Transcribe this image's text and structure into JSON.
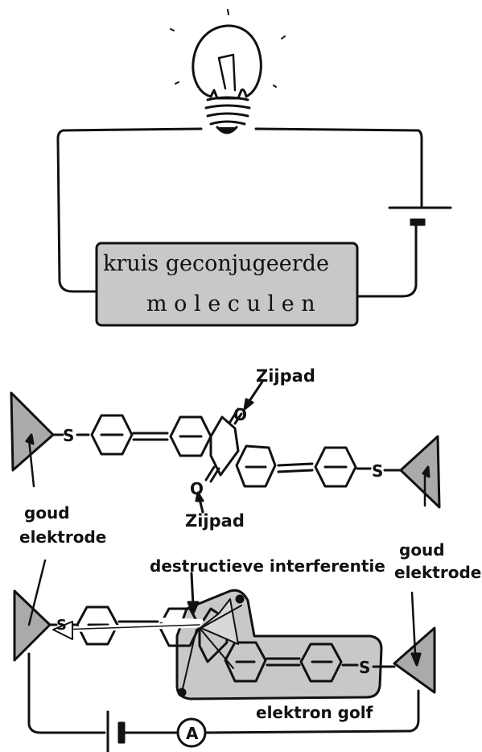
{
  "top_circuit": {
    "box_line1": "kruis geconjugeerde",
    "box_line2": "m o l e c u l e n",
    "box_fill": "#c8c8c8"
  },
  "molecule_diagram": {
    "side_path_top": "Zijpad",
    "side_path_bottom": "Zijpad",
    "sulfur_left": "S",
    "sulfur_right": "S",
    "oxygen_top": "O",
    "oxygen_bottom": "O",
    "electrode_left_line1": "goud",
    "electrode_left_line2": "elektrode",
    "electrode_right_line1": "goud",
    "electrode_right_line2": "elektrode"
  },
  "bottom_diagram": {
    "interference_label": "destructieve interferentie",
    "wave_label": "elektron golf",
    "sulfur_left": "S",
    "sulfur_right": "S",
    "ammeter_label": "A",
    "highlight_fill": "#c8c8c8"
  }
}
